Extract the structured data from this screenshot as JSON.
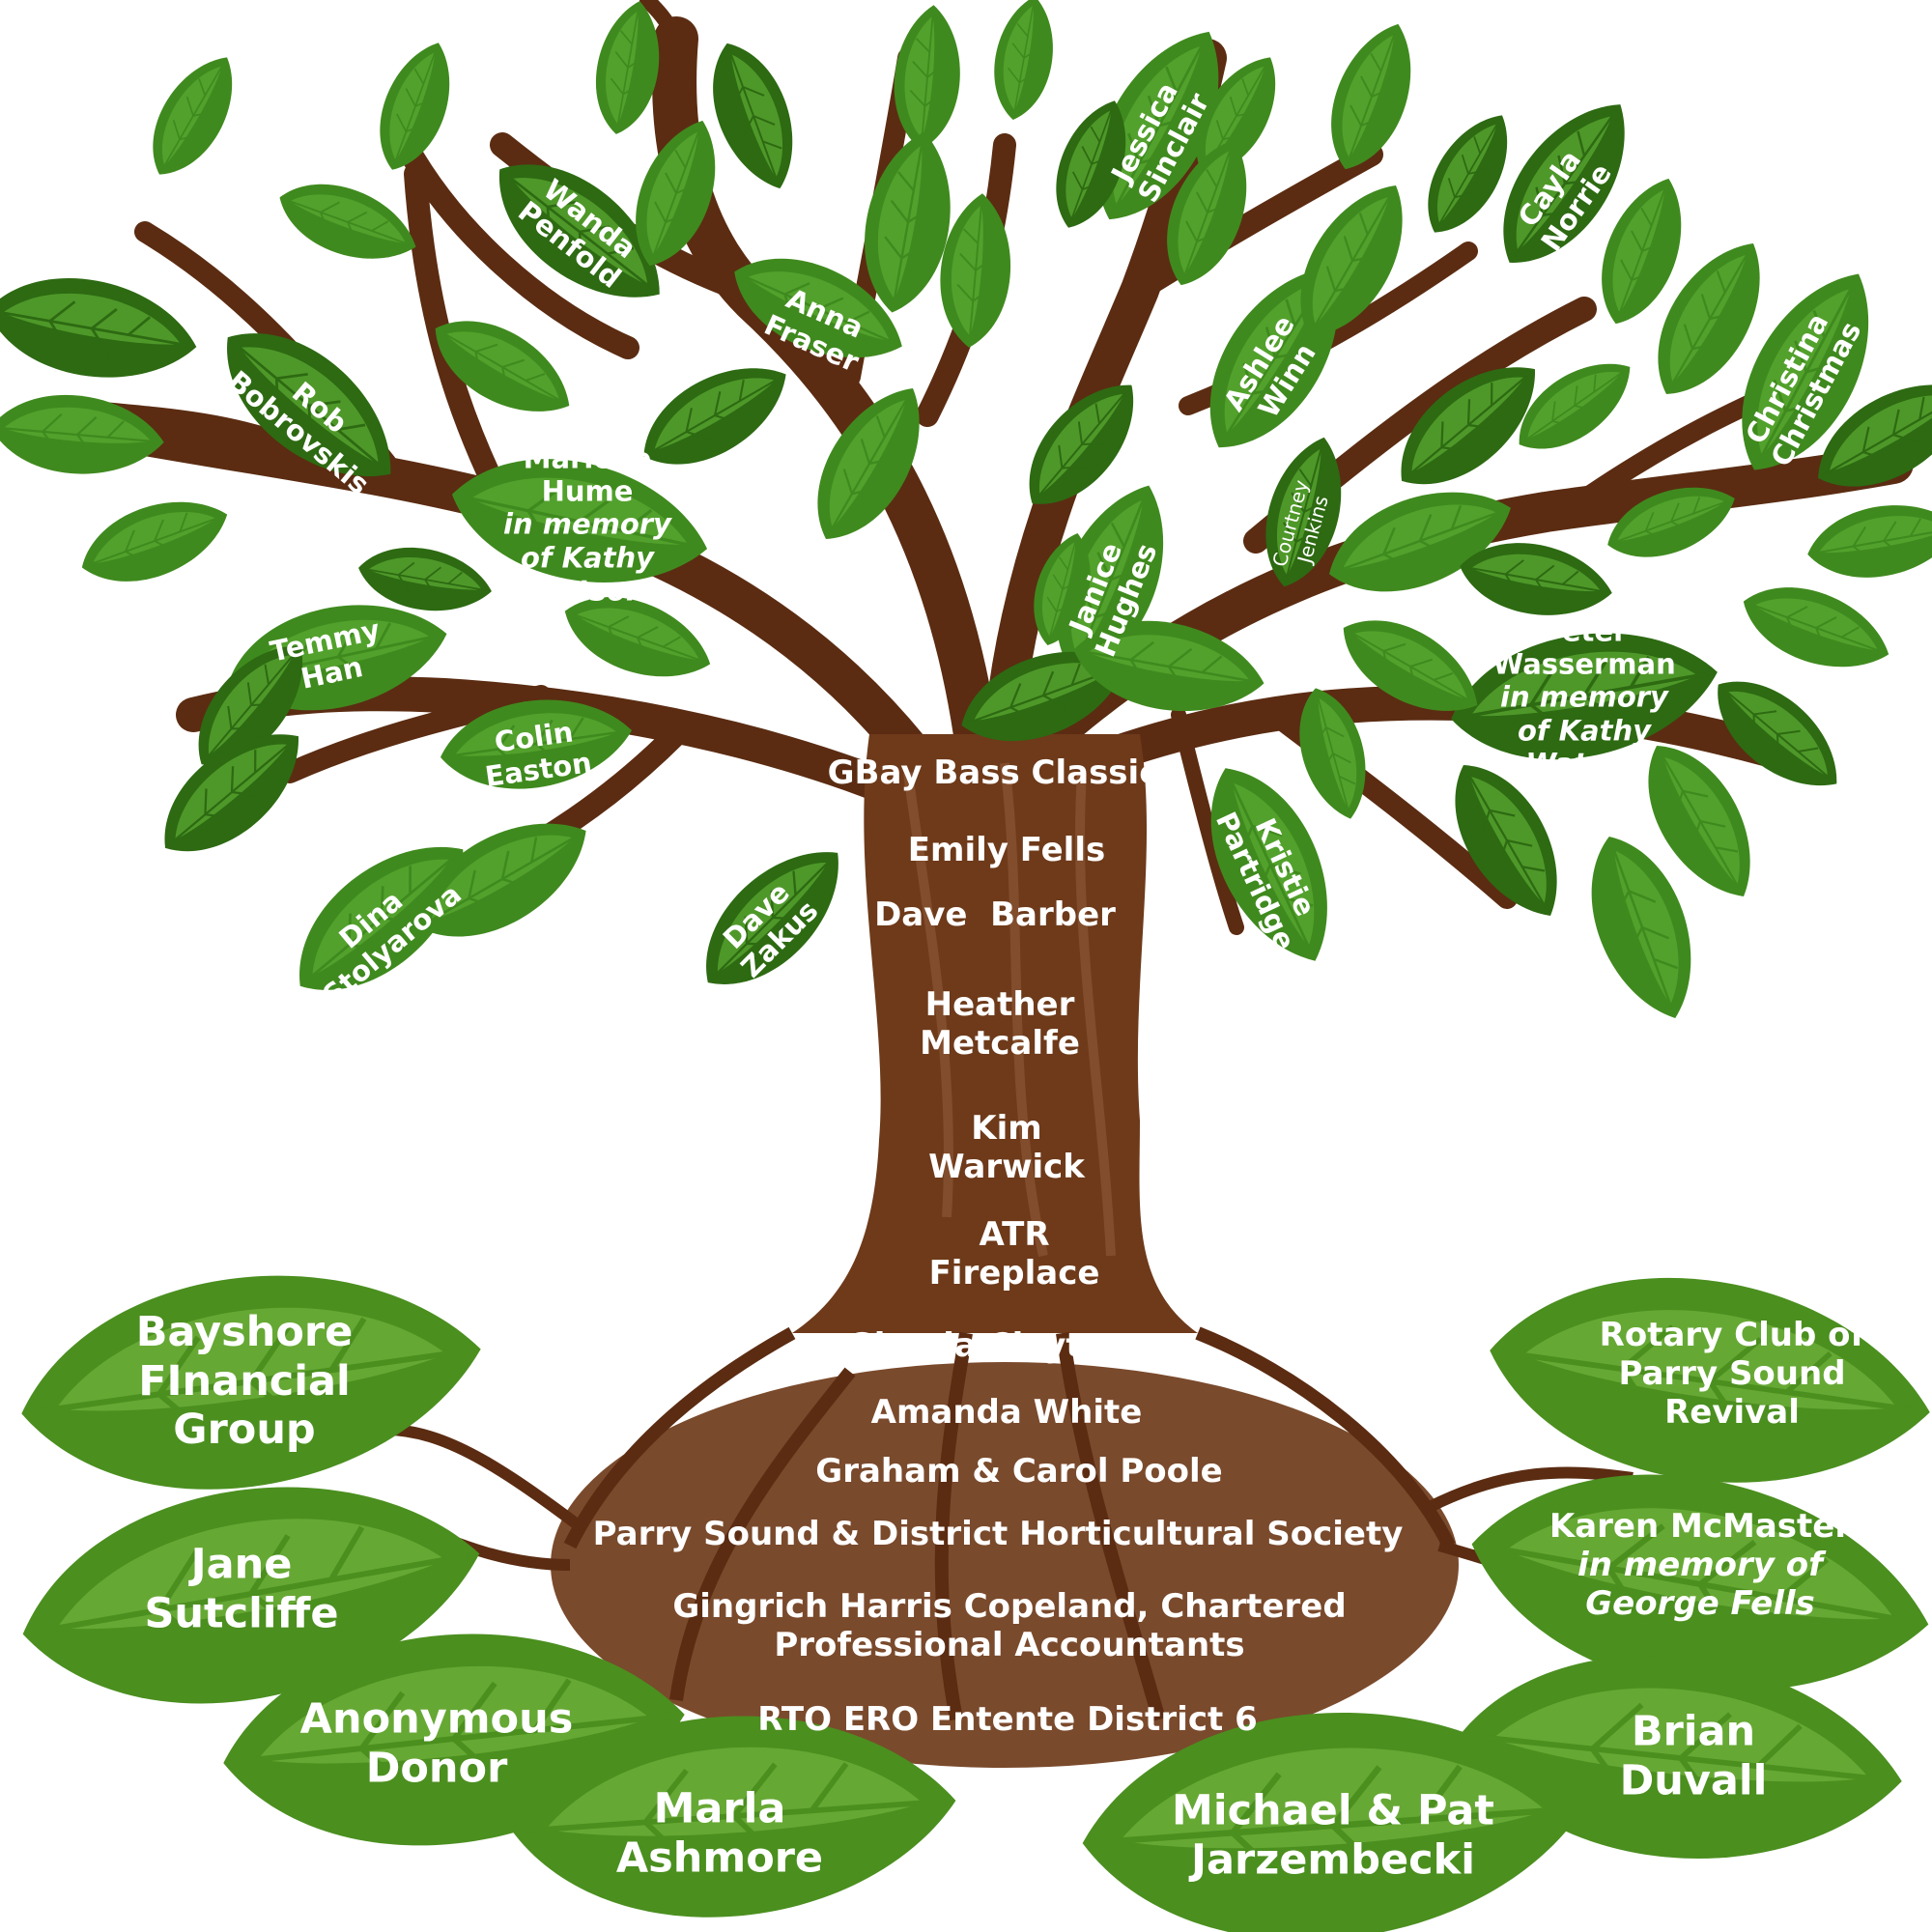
{
  "colors": {
    "bark": "#5b2c12",
    "bark_light": "#7a4a2c",
    "leaf_dark": "#2d6a12",
    "leaf_mid": "#3f8a1e",
    "leaf_light": "#5aa832",
    "root_leaf": "#4b8f1f",
    "root_leaf_light": "#6fb03c",
    "background": "#ffffff",
    "text": "#ffffff"
  },
  "canopy_leaves": {
    "wanda": [
      "Wanda",
      "Penfold"
    ],
    "anna": [
      "Anna",
      "Fraser"
    ],
    "jessica": [
      "Jessica",
      "Sinclair"
    ],
    "cayla": [
      "Cayla",
      "Norrie"
    ],
    "ashlee": [
      "Ashlee",
      "Winn"
    ],
    "christina": [
      "Christina",
      "Christmas"
    ],
    "rob": [
      "Rob",
      "Bobrovskis"
    ],
    "marlene": [
      "Marlene",
      "Hume",
      "in memory",
      "of Kathy",
      "Watson"
    ],
    "janice": [
      "Janice",
      "Hughes"
    ],
    "courtney": [
      "Courtney",
      "Jenkins"
    ],
    "temmy": [
      "Temmy",
      "Han"
    ],
    "colin": [
      "Colin",
      "Easton"
    ],
    "peter": [
      "Peter",
      "Wasserman",
      "in memory",
      "of Kathy",
      "Watson"
    ],
    "kristie": [
      "Kristie",
      "Partridge"
    ],
    "dina": [
      "Dina",
      "Stolyarova"
    ],
    "dave_zakus": [
      "Dave",
      "Zakus"
    ]
  },
  "trunk_names": {
    "gbay": "GBay Bass Classic",
    "emily": "Emily Fells",
    "dave_barber": "Dave  Barber",
    "heather": [
      "Heather",
      "Metcalfe"
    ],
    "kim": [
      "Kim",
      "Warwick"
    ],
    "atr": [
      "ATR",
      "Fireplace"
    ],
    "glenda": "Glenda Clayton",
    "amanda": "Amanda White",
    "graham": "Graham & Carol Poole",
    "parry_hort": "Parry Sound & District Horticultural Society",
    "gingrich": [
      "Gingrich Harris Copeland, Chartered",
      "Professional Accountants"
    ],
    "rto": "RTO ERO Entente District 6"
  },
  "root_leaves": {
    "bayshore": [
      "Bayshore",
      "FInancial",
      "Group"
    ],
    "jane": [
      "Jane",
      "Sutcliffe"
    ],
    "anonymous": [
      "Anonymous",
      "Donor"
    ],
    "marla": [
      "Marla",
      "Ashmore"
    ],
    "rotary": [
      "Rotary Club of",
      "Parry Sound",
      "Revival"
    ],
    "karen": [
      "Karen McMaster",
      "in memory of",
      "George Fells"
    ],
    "brian": [
      "Brian",
      "Duvall"
    ],
    "michael": [
      "Michael & Pat",
      "Jarzembecki"
    ]
  }
}
